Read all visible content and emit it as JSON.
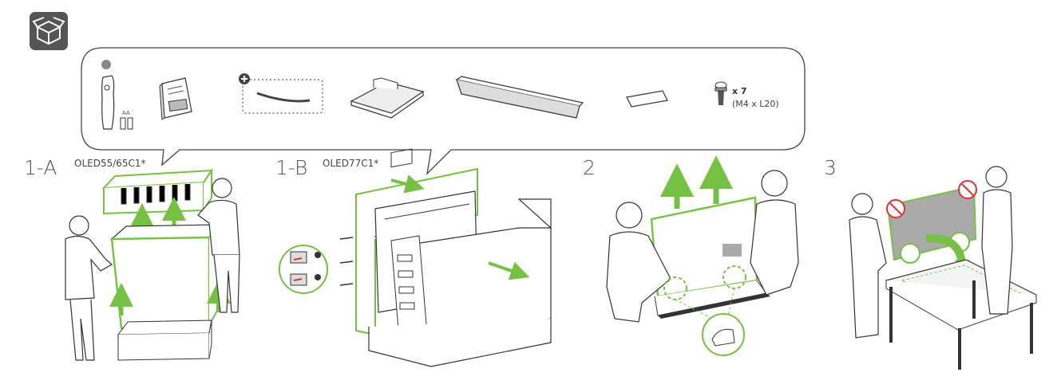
{
  "icon": "unboxing-icon",
  "accessories": {
    "battery_label": "AA",
    "screw_quantity": "x 7",
    "screw_spec": "(M4 x L20)",
    "items": [
      "remote-control-icon",
      "manual-icon",
      "cable-icon",
      "stand-base-icon",
      "stand-body-icon",
      "cable-holder-icon",
      "screw-icon"
    ]
  },
  "steps": [
    {
      "number": "1-A",
      "model": "OLED55/65C1*"
    },
    {
      "number": "1-B",
      "model": "OLED77C1*"
    },
    {
      "number": "2",
      "model": ""
    },
    {
      "number": "3",
      "model": ""
    }
  ],
  "colors": {
    "accent": "#76c043",
    "line": "#333333",
    "icon_bg": "#555555"
  }
}
